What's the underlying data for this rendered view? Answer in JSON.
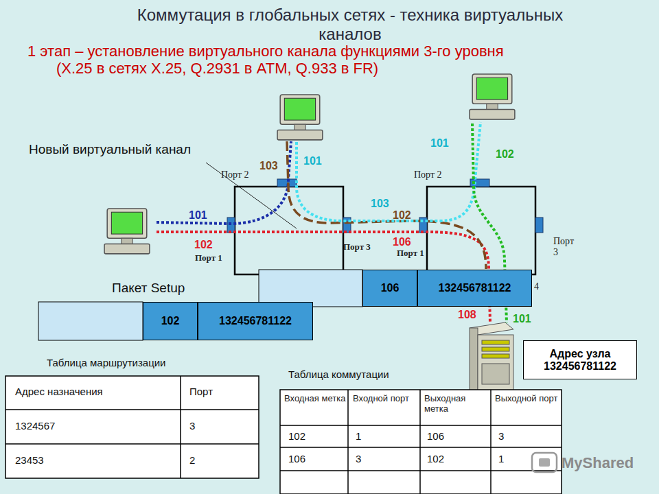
{
  "diagram": {
    "title": "Коммутация в глобальных сетях - техника виртуальных каналов",
    "nodes": [
      {
        "text": [
          "106"
        ]
      },
      {
        "text": [
          "132456781122"
        ]
      },
      {
        "text": [
          "102"
        ]
      },
      {
        "text": [
          "132456781122"
        ]
      },
      {
        "text": [
          "Адрес узла 132456781122"
        ]
      }
    ],
    "labels": [
      "1 этап – установление виртуального канала функциями 3-го уровня (X.25 в сетях X.25, Q.2931 в ATM, Q.933 в FR)",
      "Новый виртуальный канал",
      "103",
      "101",
      "101",
      "102",
      "Порт 2",
      "Порт 2",
      "103",
      "102",
      "101",
      "102",
      "Порт 3",
      "106",
      "Порт 1",
      "Порт 3",
      "Порт 1",
      "Пакет Setup",
      "4",
      "108",
      "101",
      "Таблица маршрутизации",
      "Таблица коммутации",
      "Адрес назначения",
      "Порт",
      "1324567",
      "3",
      "23453",
      "2",
      "Входная метка",
      "Входной порт",
      "Выходная метка",
      "Выходной порт",
      "102",
      "1",
      "106",
      "3",
      "106",
      "3",
      "102",
      "1",
      "MyShared"
    ]
  }
}
